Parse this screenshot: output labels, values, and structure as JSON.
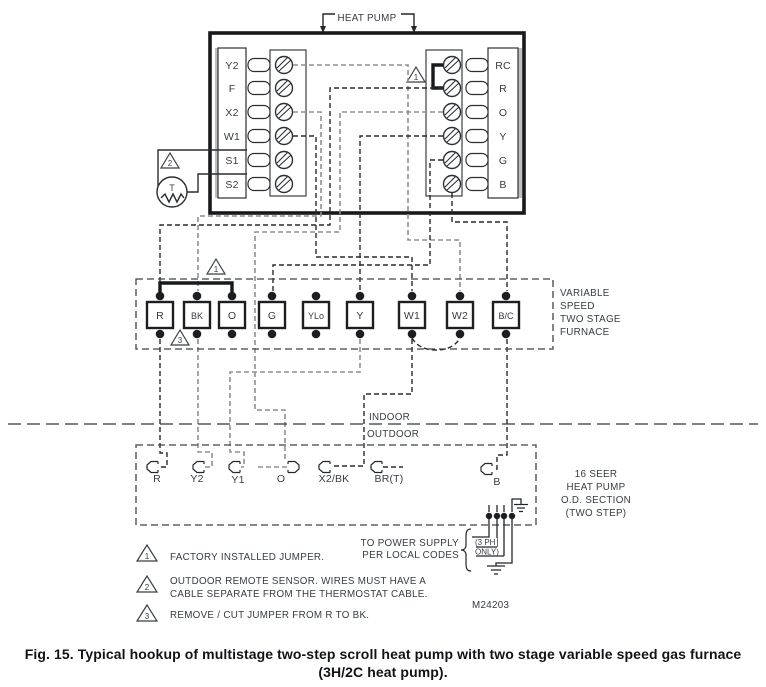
{
  "title": {
    "heat_pump": "HEAT PUMP"
  },
  "thermostat": {
    "left_terminals": [
      "Y2",
      "F",
      "X2",
      "W1",
      "S1",
      "S2"
    ],
    "right_terminals": [
      "RC",
      "R",
      "O",
      "Y",
      "G",
      "B"
    ],
    "sensor_label": "T"
  },
  "furnace": {
    "terminals": [
      "R",
      "BK",
      "O",
      "G",
      "YLo",
      "Y",
      "W1",
      "W2",
      "B/C"
    ],
    "label_lines": [
      "VARIABLE",
      "SPEED",
      "TWO STAGE",
      "FURNACE"
    ]
  },
  "boundary": {
    "indoor": "INDOOR",
    "outdoor": "OUTDOOR"
  },
  "outdoor_unit": {
    "terminals": [
      "R",
      "Y2",
      "Y1",
      "O",
      "X2/BK",
      "BR(T)",
      "B"
    ],
    "label_lines": [
      "16 SEER",
      "HEAT PUMP",
      "O.D. SECTION",
      "(TWO STEP)"
    ]
  },
  "power": {
    "supply_line1": "TO POWER SUPPLY",
    "supply_line2": "PER LOCAL CODES",
    "phase_line1": "(3 PH",
    "phase_line2": "ONLY)"
  },
  "markers": {
    "jumper": "1",
    "sensor": "2",
    "cut_jumper": "3"
  },
  "notes": [
    {
      "num": "1",
      "line1": "FACTORY INSTALLED JUMPER."
    },
    {
      "num": "2",
      "line1": "OUTDOOR REMOTE SENSOR.  WIRES MUST HAVE A",
      "line2": "CABLE SEPARATE  FROM THE THERMOSTAT CABLE."
    },
    {
      "num": "3",
      "line1": "REMOVE / CUT JUMPER FROM R TO BK."
    }
  ],
  "drawing_number": "M24203",
  "caption": {
    "line1": "Fig. 15. Typical hookup of multistage two-step scroll heat pump with two stage variable speed gas furnace",
    "line2": "(3H/2C heat pump)."
  },
  "colors": {
    "ink": "#23262a",
    "wire_dark": "#2a2a2a",
    "wire_grey": "#8f8f8f",
    "text": "#363c44"
  }
}
